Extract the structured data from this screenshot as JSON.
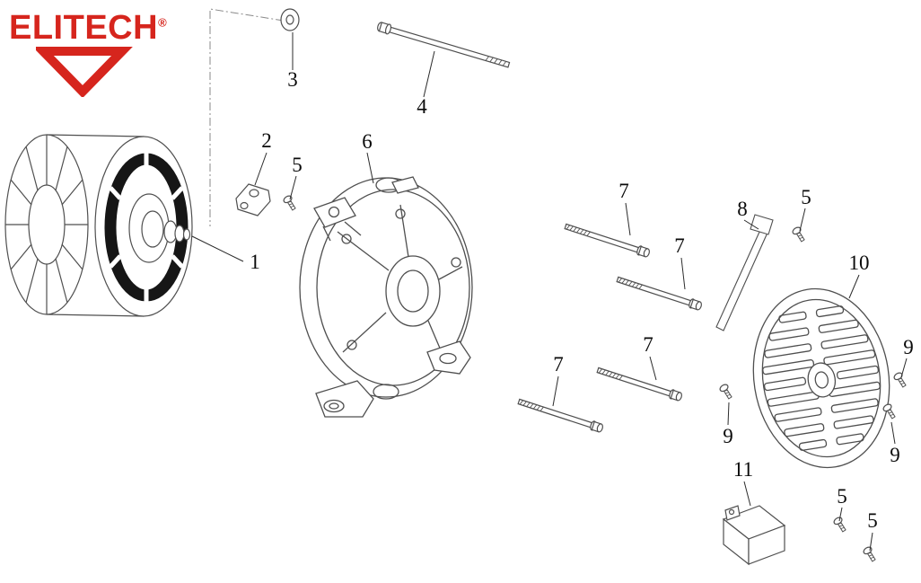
{
  "brand": {
    "name": "ELITECH",
    "registered_mark": "®",
    "color": "#d6251d"
  },
  "labels": [
    {
      "text": "3",
      "part": "washer"
    },
    {
      "text": "4",
      "part": "long-through-bolt"
    },
    {
      "text": "2",
      "part": "brush-holder-bracket"
    },
    {
      "text": "5",
      "part": "screw"
    },
    {
      "text": "6",
      "part": "stator-housing"
    },
    {
      "text": "1",
      "part": "rotor-flywheel-assembly"
    },
    {
      "text": "7",
      "part": "through-bolt"
    },
    {
      "text": "7",
      "part": "through-bolt"
    },
    {
      "text": "8",
      "part": "support-rod"
    },
    {
      "text": "5",
      "part": "screw"
    },
    {
      "text": "10",
      "part": "end-cover"
    },
    {
      "text": "7",
      "part": "through-bolt"
    },
    {
      "text": "7",
      "part": "through-bolt"
    },
    {
      "text": "9",
      "part": "screw"
    },
    {
      "text": "9",
      "part": "screw"
    },
    {
      "text": "9",
      "part": "screw"
    },
    {
      "text": "11",
      "part": "capacitor"
    },
    {
      "text": "5",
      "part": "screw"
    },
    {
      "text": "5",
      "part": "screw"
    }
  ]
}
